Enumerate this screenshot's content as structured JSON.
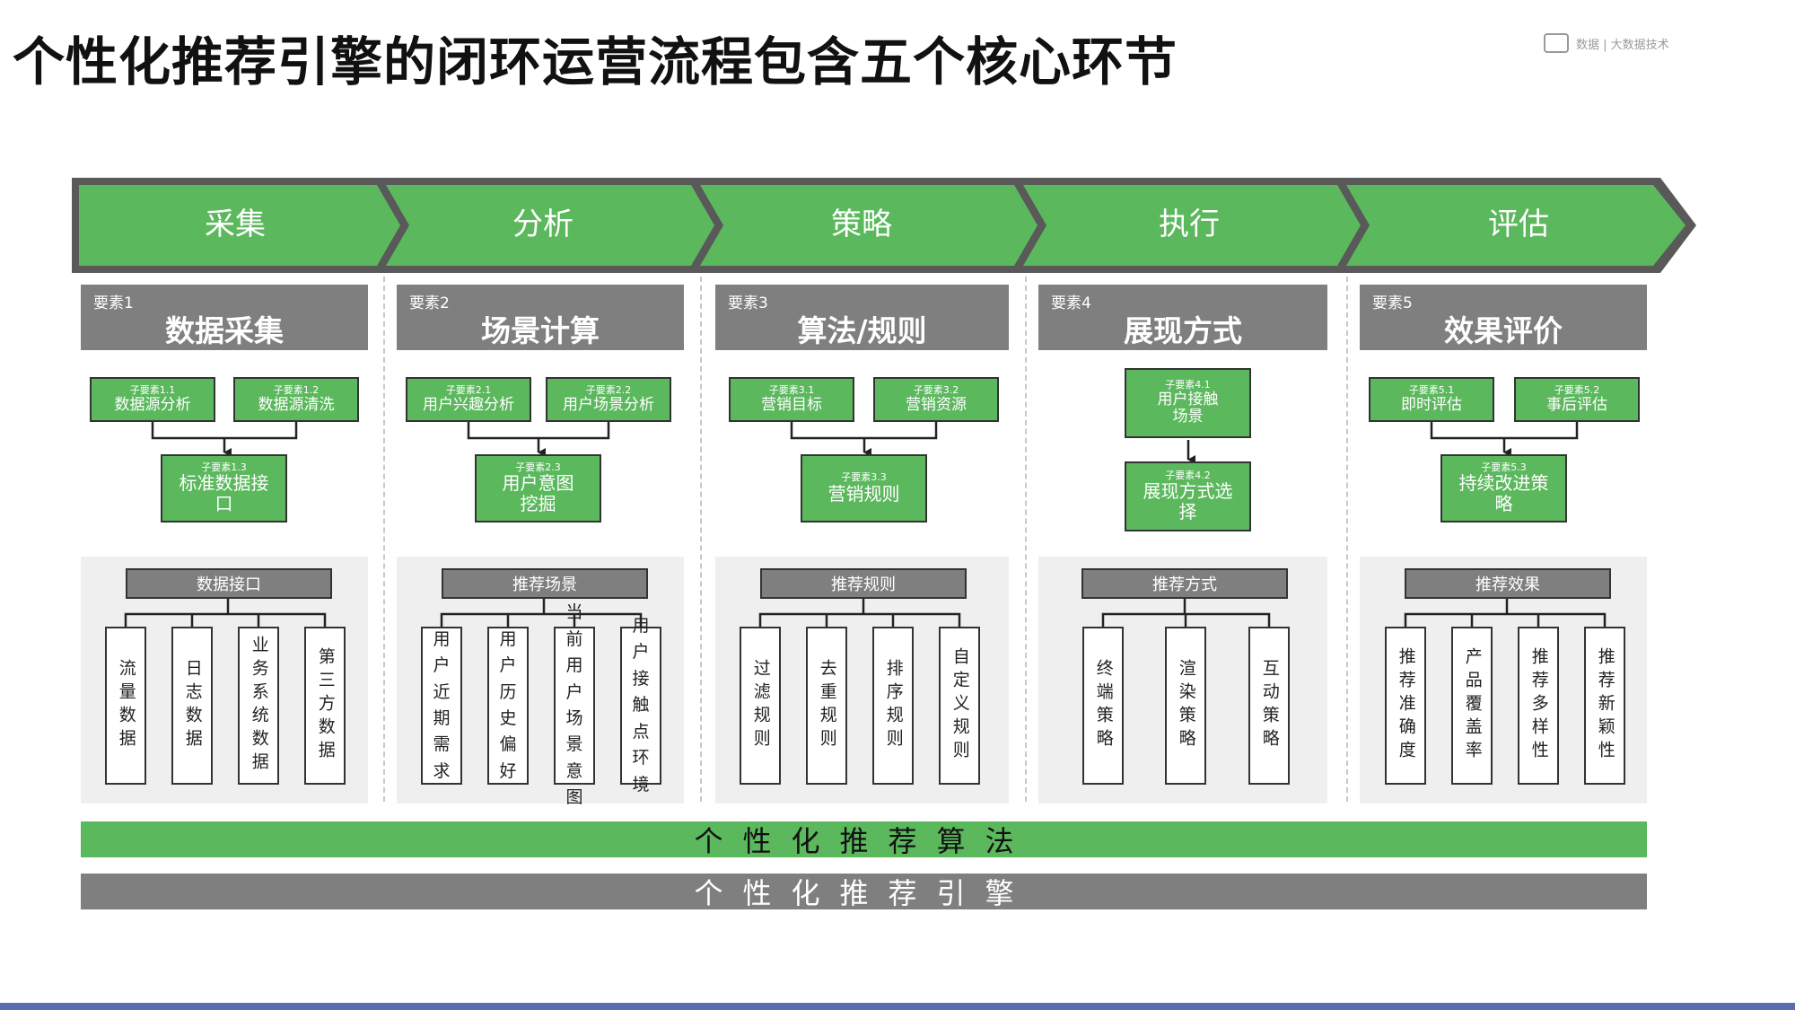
{
  "title": "个性化推荐引擎的闭环运营流程包含五个核心环节",
  "corner_logo": {
    "text": "数据 | 大数据技术"
  },
  "colors": {
    "green": "#5bb85d",
    "gray": "#7f7f7f",
    "dark": "#333333",
    "panel": "#efefef"
  },
  "stages": [
    {
      "arrow": "采集",
      "element_small": "要素1",
      "element_big": "数据采集",
      "sub_a": {
        "tiny": "子要素1.1",
        "label": "数据源分析"
      },
      "sub_b": {
        "tiny": "子要素1.2",
        "label": "数据源清洗"
      },
      "sub_c": {
        "tiny": "子要素1.3",
        "label": "标准数据接口"
      },
      "category": "数据接口",
      "items": [
        "流量数据",
        "日志数据",
        "业务系统数据",
        "第三方数据"
      ]
    },
    {
      "arrow": "分析",
      "element_small": "要素2",
      "element_big": "场景计算",
      "sub_a": {
        "tiny": "子要素2.1",
        "label": "用户兴趣分析"
      },
      "sub_b": {
        "tiny": "子要素2.2",
        "label": "用户场景分析"
      },
      "sub_c": {
        "tiny": "子要素2.3",
        "label": "用户意图挖掘"
      },
      "category": "推荐场景",
      "items": [
        "用户近期需求",
        "用户历史偏好",
        "当前用户场景意图",
        "用户接触点环境"
      ]
    },
    {
      "arrow": "策略",
      "element_small": "要素3",
      "element_big": "算法/规则",
      "sub_a": {
        "tiny": "子要素3.1",
        "label": "营销目标"
      },
      "sub_b": {
        "tiny": "子要素3.2",
        "label": "营销资源"
      },
      "sub_c": {
        "tiny": "子要素3.3",
        "label": "营销规则"
      },
      "category": "推荐规则",
      "items": [
        "过滤规则",
        "去重规则",
        "排序规则",
        "自定义规则"
      ]
    },
    {
      "arrow": "执行",
      "element_small": "要素4",
      "element_big": "展现方式",
      "sub_a": {
        "tiny": "子要素4.1",
        "label": "用户接触场景"
      },
      "sub_c": {
        "tiny": "子要素4.2",
        "label": "展现方式选择"
      },
      "category": "推荐方式",
      "items": [
        "终端策略",
        "渲染策略",
        "互动策略"
      ]
    },
    {
      "arrow": "评估",
      "element_small": "要素5",
      "element_big": "效果评价",
      "sub_a": {
        "tiny": "子要素5.1",
        "label": "即时评估"
      },
      "sub_b": {
        "tiny": "子要素5.2",
        "label": "事后评估"
      },
      "sub_c": {
        "tiny": "子要素5.3",
        "label": "持续改进策略"
      },
      "category": "推荐效果",
      "items": [
        "推荐准确度",
        "产品覆盖率",
        "推荐多样性",
        "推荐新颖性"
      ]
    }
  ],
  "algorithm_bar": "个性化推荐算法",
  "engine_bar": "个性化推荐引擎"
}
